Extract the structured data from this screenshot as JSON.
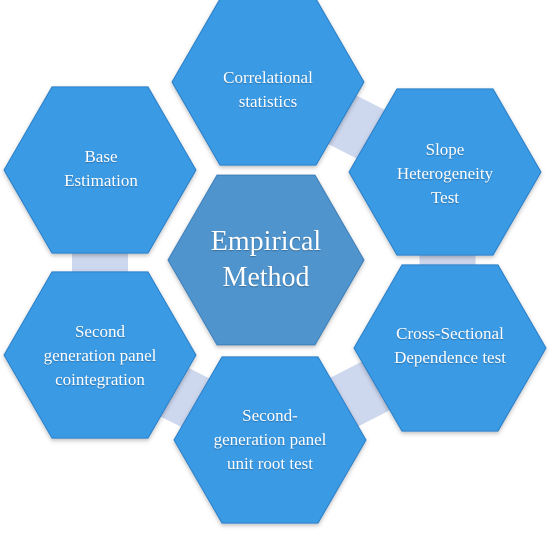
{
  "colors": {
    "hex_fill": "#3b9ae4",
    "hex_stroke": "#2a7fc7",
    "center_fill": "#4f94cd",
    "connector": "#cdd7ee",
    "text": "#ffffff"
  },
  "center": {
    "lines": [
      "Empirical",
      "Method"
    ]
  },
  "steps": [
    {
      "lines": [
        "Correlational",
        "statistics"
      ]
    },
    {
      "lines": [
        "Slope",
        "Heterogeneity",
        "Test"
      ]
    },
    {
      "lines": [
        "Cross-Sectional",
        "Dependence test"
      ]
    },
    {
      "lines": [
        "Second-",
        "generation panel",
        "unit root test"
      ]
    },
    {
      "lines": [
        "Second",
        "generation panel",
        "cointegration"
      ]
    },
    {
      "lines": [
        "Base",
        "Estimation"
      ]
    }
  ]
}
